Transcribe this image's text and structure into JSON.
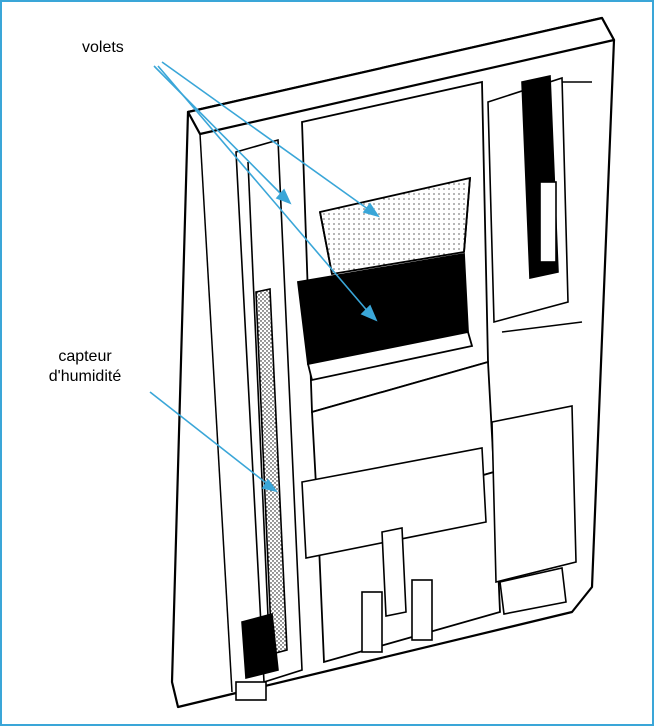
{
  "labels": {
    "volets": "volets",
    "capteur_line1": "capteur",
    "capteur_line2": "d'humidité"
  },
  "colors": {
    "frame_border": "#3aa6d8",
    "arrow": "#3aa6d8",
    "ink": "#000000",
    "paper": "#ffffff"
  }
}
